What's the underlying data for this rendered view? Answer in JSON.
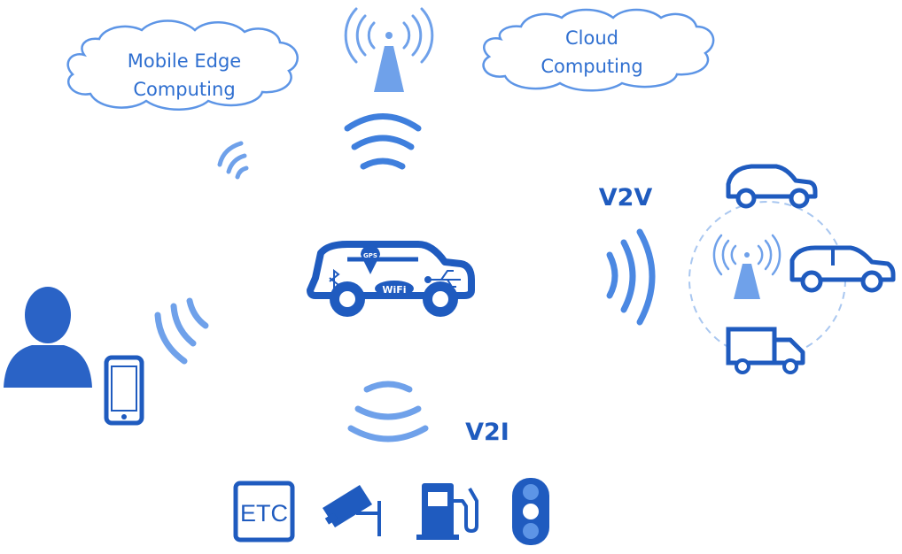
{
  "labels": {
    "mec_line1": "Mobile Edge",
    "mec_line2": "Computing",
    "cloud_line1": "Cloud",
    "cloud_line2": "Computing",
    "v2v": "V2V",
    "v2i": "V2I",
    "etc": "ETC",
    "gps": "GPS",
    "wifi": "WiFi"
  },
  "colors": {
    "primary": "#1f5bbf",
    "light": "#6fa1ea",
    "cloud_stroke": "#5d95e6",
    "dashed_circle": "#a9c7f0"
  },
  "icons": [
    "cloud-icon",
    "antenna-tower-icon",
    "wifi-signal-icon",
    "connected-car-icon",
    "person-icon",
    "smartphone-icon",
    "car-icon",
    "suv-icon",
    "truck-icon",
    "etc-toll-icon",
    "surveillance-camera-icon",
    "fuel-pump-icon",
    "traffic-light-icon"
  ]
}
